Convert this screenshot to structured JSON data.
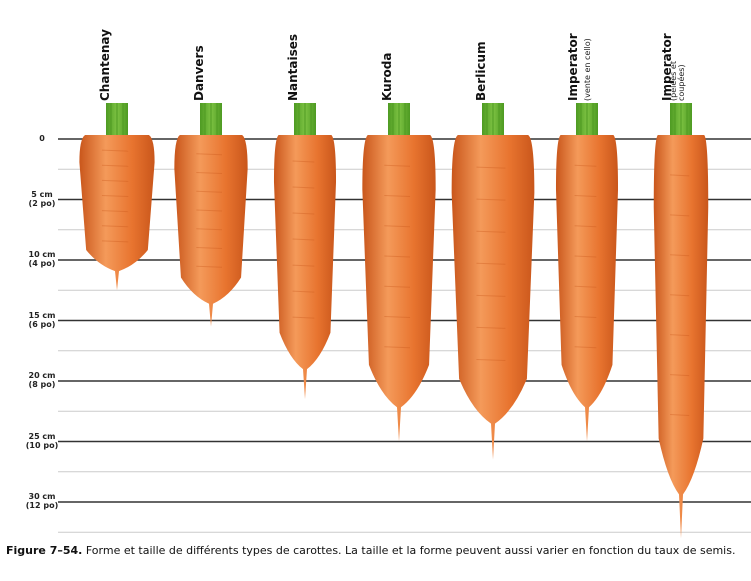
{
  "figure": {
    "varieties": [
      {
        "name": "Chantenay",
        "note": "",
        "length_cm": 12.5,
        "max_width": 0.8
      },
      {
        "name": "Danvers",
        "note": "",
        "length_cm": 15.5,
        "max_width": 0.78
      },
      {
        "name": "Nantaises",
        "note": "",
        "length_cm": 21.5,
        "max_width": 0.66
      },
      {
        "name": "Kuroda",
        "note": "",
        "length_cm": 25,
        "max_width": 0.78
      },
      {
        "name": "Berlicum",
        "note": "",
        "length_cm": 26.5,
        "max_width": 0.88
      },
      {
        "name": "Imperator",
        "note": "(vente en cello)",
        "length_cm": 25,
        "max_width": 0.66
      },
      {
        "name": "Imperator",
        "note": "(pelées et coupées)",
        "length_cm": 33,
        "max_width": 0.58
      }
    ],
    "scale": [
      {
        "cm": 0,
        "label": "0",
        "sub": ""
      },
      {
        "cm": 5,
        "label": "5 cm",
        "sub": "(2 po)"
      },
      {
        "cm": 10,
        "label": "10 cm",
        "sub": "(4 po)"
      },
      {
        "cm": 15,
        "label": "15 cm",
        "sub": "(6 po)"
      },
      {
        "cm": 20,
        "label": "20 cm",
        "sub": "(8 po)"
      },
      {
        "cm": 25,
        "label": "25 cm",
        "sub": "(10 po)"
      },
      {
        "cm": 30,
        "label": "30 cm",
        "sub": "(12 po)"
      }
    ],
    "colors": {
      "carrot": "#e8742f",
      "carrot_dark": "#c9561b",
      "carrot_light": "#f49a5a",
      "leaf": "#7cc242",
      "leaf_dark": "#4e9a22",
      "line": "#333333",
      "minor_line": "#cccccc"
    }
  },
  "caption": {
    "number": "Figure 7–54.",
    "text": " Forme et taille de différents types de carottes. La taille et la forme peuvent aussi varier en fonction du taux de semis."
  }
}
